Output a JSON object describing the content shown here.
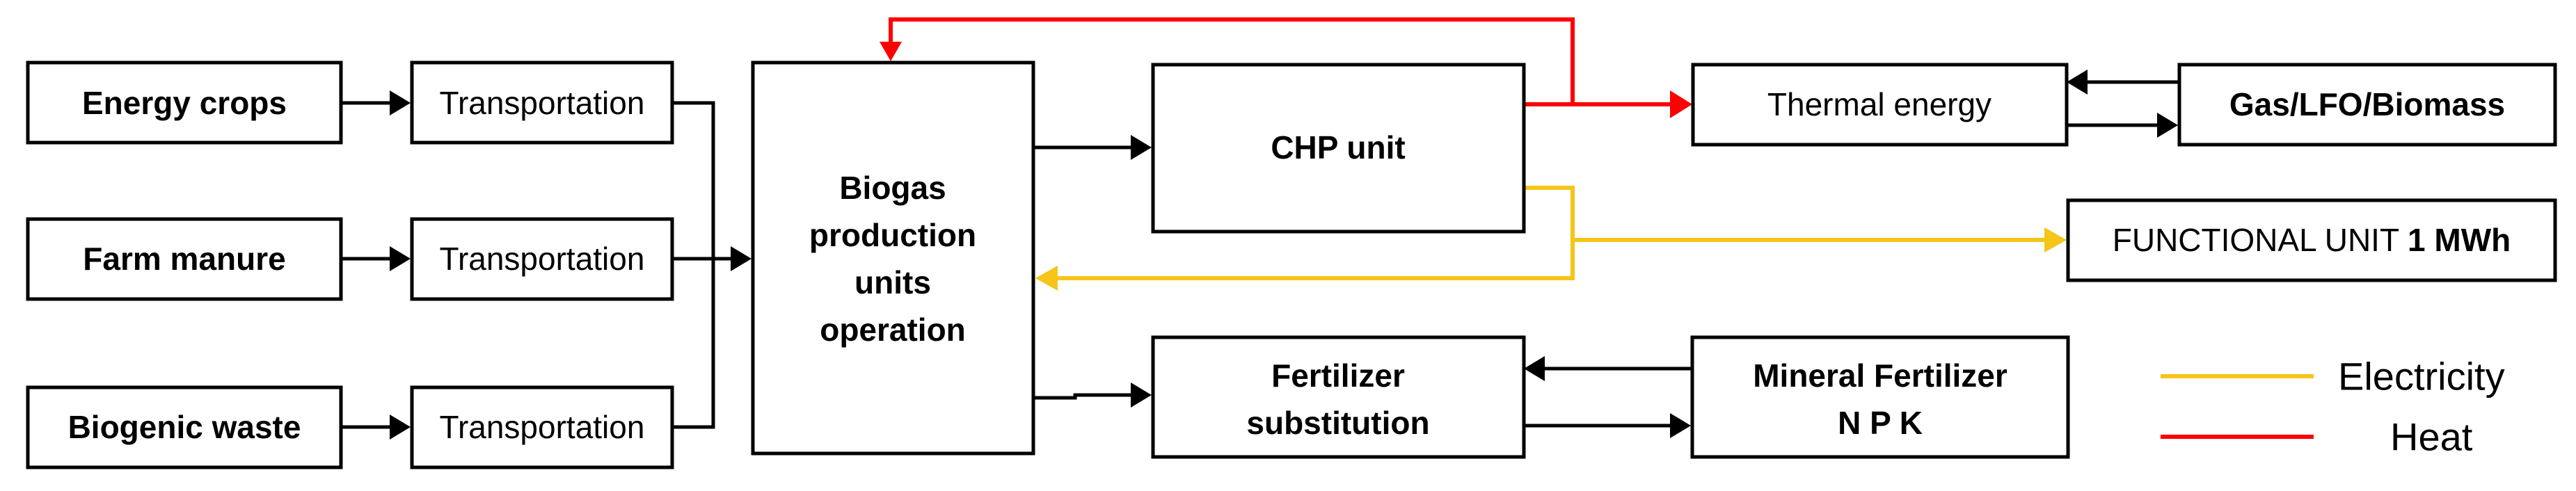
{
  "colors": {
    "electricity": "#f5c518",
    "heat": "#ff0000",
    "flow": "#000000"
  },
  "inputs": [
    {
      "label": "Energy crops"
    },
    {
      "label": "Farm manure"
    },
    {
      "label": "Biogenic waste"
    }
  ],
  "transport": [
    {
      "label": "Transportation"
    },
    {
      "label": "Transportation"
    },
    {
      "label": "Transportation"
    }
  ],
  "biogas": {
    "lines": [
      "Biogas",
      "production",
      "units",
      "operation"
    ]
  },
  "chp": {
    "label": "CHP unit"
  },
  "fertilizer_sub": {
    "lines": [
      "Fertilizer",
      "substitution"
    ]
  },
  "thermal": {
    "label": "Thermal energy"
  },
  "gas": {
    "label": "Gas/LFO/Biomass"
  },
  "functional_unit": {
    "prefix": "FUNCTIONAL UNIT ",
    "value": "1 MWh"
  },
  "mineral": {
    "lines": [
      "Mineral Fertilizer",
      "N P K"
    ]
  },
  "legend": {
    "electricity": "Electricity",
    "heat": "Heat"
  }
}
